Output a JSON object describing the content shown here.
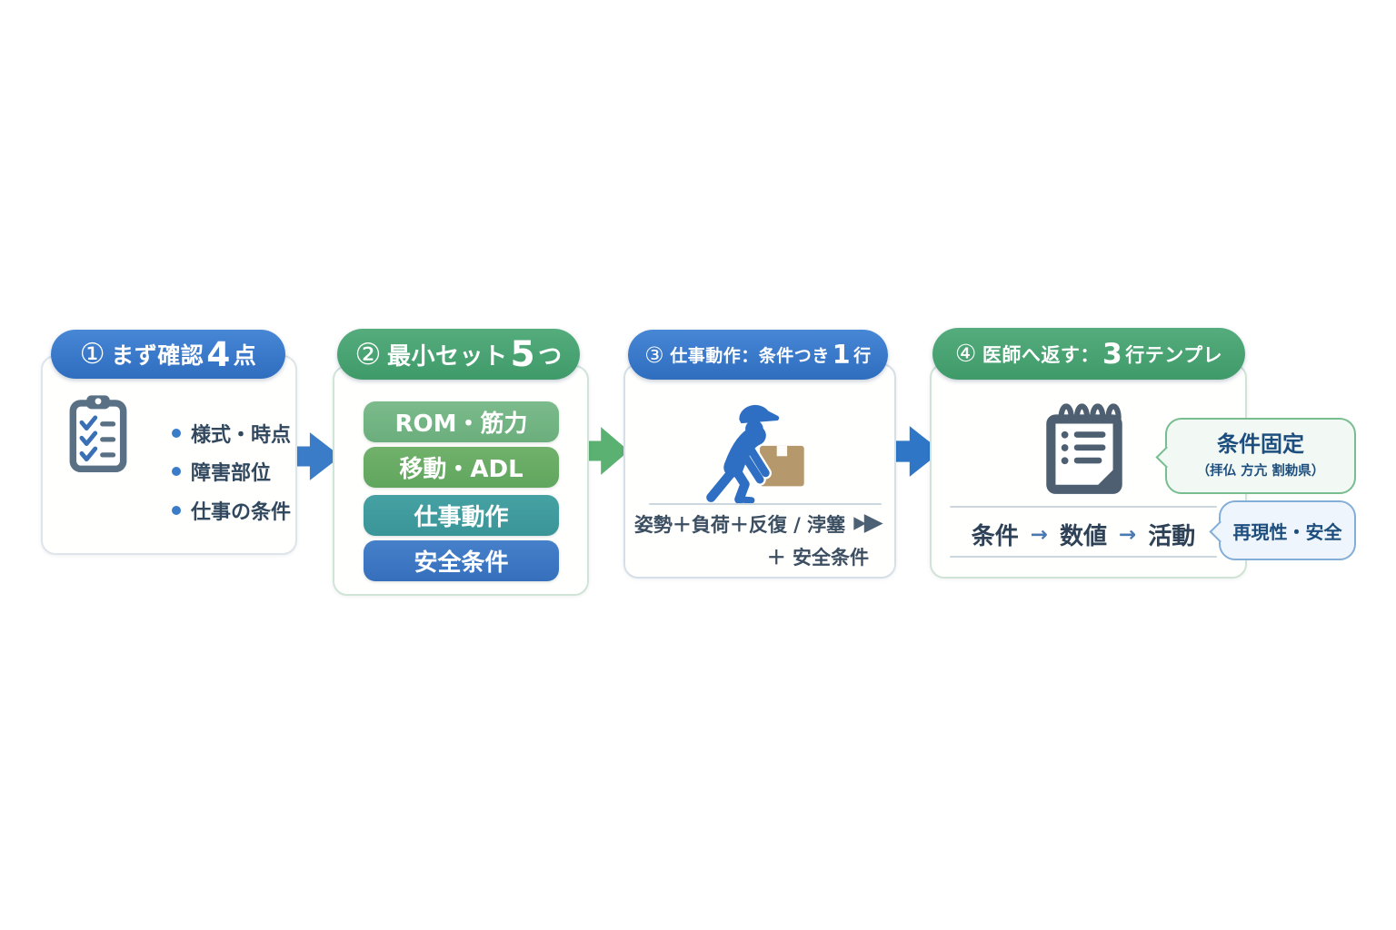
{
  "colors": {
    "page_bg": "#ffffff",
    "blue_header": "#3a7ccb",
    "green_header": "#47a274",
    "arrow_blue": "#3b7cc9",
    "arrow_green": "#5bb171",
    "bar_rom": "#74b583",
    "bar_adl": "#68ad66",
    "bar_work": "#3f9da0",
    "bar_safety": "#3e79c4",
    "worker_blue": "#2e6ec3",
    "box_tan": "#b5986b",
    "icon_slate": "#54697c",
    "text_dark": "#31485e",
    "callout_green_border": "#77bd90",
    "callout_blue_border": "#84aed8",
    "callout_text": "#1d4e7d"
  },
  "cards": [
    {
      "badge": "①",
      "title": "まず確認",
      "big": "4",
      "tail": "点",
      "icon": "clipboard-icon",
      "items": [
        "様式・時点",
        "障害部位",
        "仕事の条件"
      ]
    },
    {
      "badge": "②",
      "title": "最小セット",
      "big": "5",
      "tail": "つ",
      "bars": [
        "ROM・筋力",
        "移動・ADL",
        "仕事動作",
        "安全条件"
      ]
    },
    {
      "badge": "③",
      "title": "仕事動作：条件つき",
      "big": "1",
      "tail": "行",
      "icon": "worker-lifting-box-icon",
      "caption_line1": "姿勢＋負荷＋反復 / 浡簺",
      "caption_line2": "＋ 安全条件"
    },
    {
      "badge": "④",
      "title": "医師へ返す：",
      "big": "3",
      "tail": "行テンプレ",
      "icon": "notepad-icon",
      "formula": {
        "step1": "条件",
        "arrow": "→",
        "step2": "数値",
        "step3": "活動"
      },
      "callout_top": {
        "title": "条件固定",
        "subtitle": "（拝仏 方亢 割勅県）"
      },
      "callout_bottom": {
        "label": "再現性・安全"
      }
    }
  ]
}
